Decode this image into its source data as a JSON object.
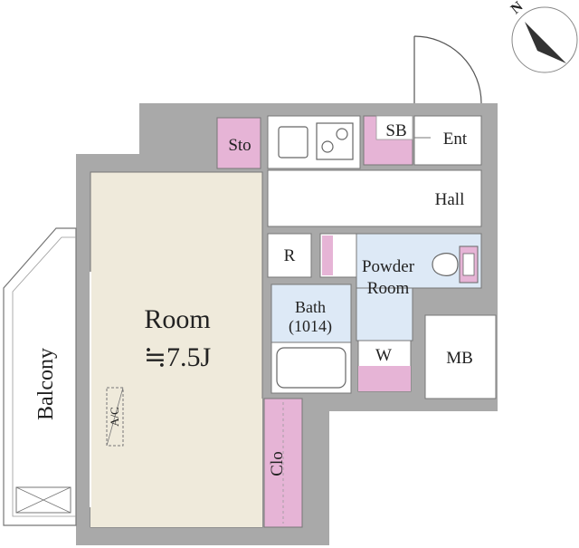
{
  "compass": {
    "label": "N",
    "icon": "compass-arrow-icon"
  },
  "rooms": {
    "storage": "Sto",
    "shoe_box": "SB",
    "entrance": "Ent",
    "hall": "Hall",
    "refrigerator": "R",
    "powder_room_line1": "Powder",
    "powder_room_line2": "Room",
    "bath_line1": "Bath",
    "bath_line2": "(1014)",
    "washer": "W",
    "meter_box": "MB",
    "main_room_line1": "Room",
    "main_room_line2": "≒7.5J",
    "closet": "Clo",
    "air_conditioner": "A/C",
    "balcony": "Balcony"
  },
  "colors": {
    "wall": "#a9a9a9",
    "floor_room": "#efeadb",
    "storage_pink": "#e6b4d6",
    "wet_area_blue": "#dde9f6",
    "line": "#555555"
  }
}
